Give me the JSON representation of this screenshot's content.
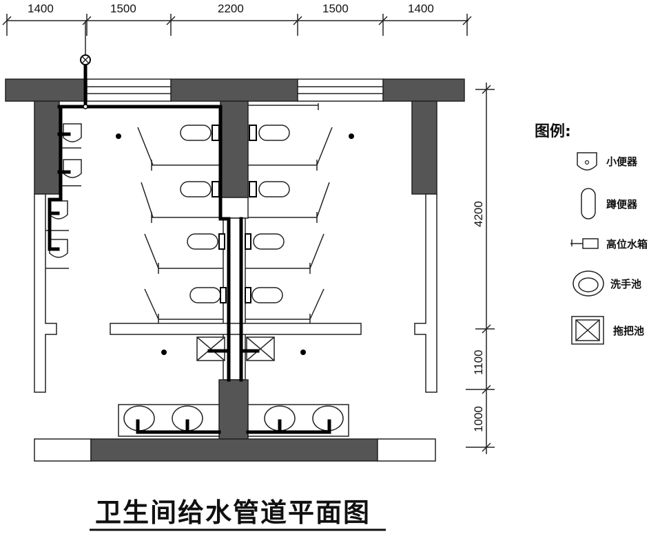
{
  "title": "卫生间给水管道平面图",
  "dimensions_top": [
    "1400",
    "1500",
    "2200",
    "1500",
    "1400"
  ],
  "dimensions_right": [
    "4200",
    "1100",
    "1000"
  ],
  "legend": {
    "title": "图例:",
    "items": [
      {
        "icon": "urinal-icon",
        "label": "小便器"
      },
      {
        "icon": "squat-toilet-icon",
        "label": "蹲便器"
      },
      {
        "icon": "high-tank-icon",
        "label": "高位水箱"
      },
      {
        "icon": "wash-basin-icon",
        "label": "洗手池"
      },
      {
        "icon": "mop-sink-icon",
        "label": "拖把池"
      }
    ]
  }
}
